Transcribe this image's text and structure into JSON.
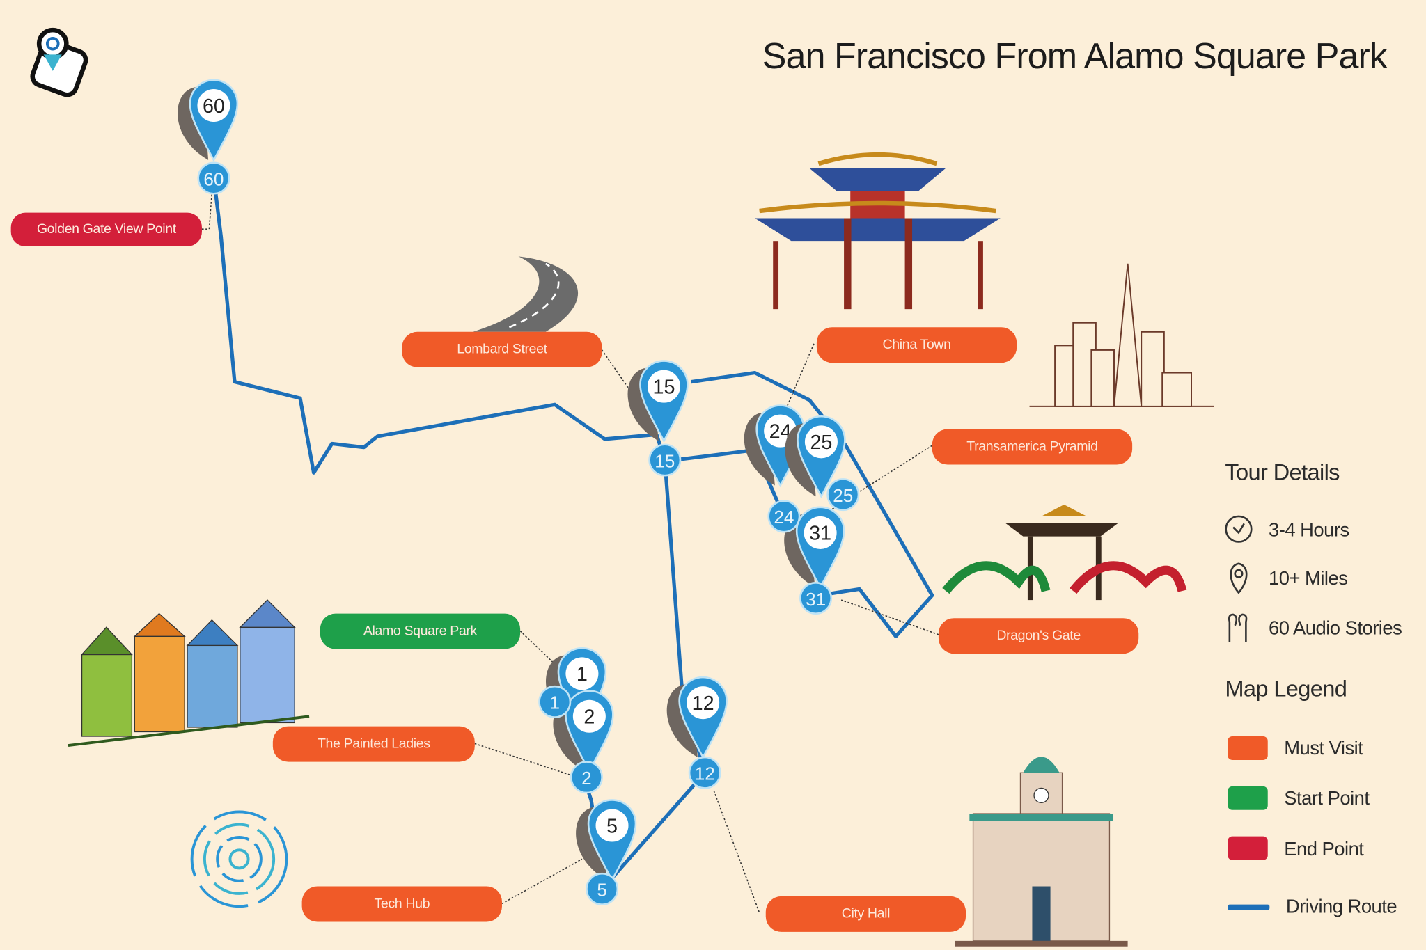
{
  "title": "San Francisco From Alamo Square Park",
  "colors": {
    "background": "#fcefd9",
    "must_visit": "#f05a28",
    "start_point": "#1ea04a",
    "end_point": "#d31f3a",
    "route": "#1d6fb8",
    "pin": "#2a95d6"
  },
  "labels": [
    {
      "text": "Golden Gate View Point",
      "type": "end_point"
    },
    {
      "text": "Lombard Street",
      "type": "must_visit"
    },
    {
      "text": "China Town",
      "type": "must_visit"
    },
    {
      "text": "Transamerica Pyramid",
      "type": "must_visit"
    },
    {
      "text": "Dragon's Gate",
      "type": "must_visit"
    },
    {
      "text": "Alamo Square Park",
      "type": "start_point"
    },
    {
      "text": "The Painted Ladies",
      "type": "must_visit"
    },
    {
      "text": "Tech Hub",
      "type": "must_visit"
    },
    {
      "text": "City Hall",
      "type": "must_visit"
    }
  ],
  "stops": [
    "60",
    "15",
    "24",
    "25",
    "31",
    "1",
    "2",
    "12",
    "5"
  ],
  "tour_details": {
    "heading": "Tour Details",
    "items": [
      {
        "icon": "clock-icon",
        "text": "3-4 Hours"
      },
      {
        "icon": "location-pin-icon",
        "text": "10+  Miles"
      },
      {
        "icon": "earbuds-icon",
        "text": "60 Audio Stories"
      }
    ]
  },
  "map_legend": {
    "heading": "Map Legend",
    "items": [
      {
        "text": "Must Visit",
        "color": "#f05a28"
      },
      {
        "text": "Start Point",
        "color": "#1ea04a"
      },
      {
        "text": "End Point",
        "color": "#d31f3a"
      },
      {
        "text": "Driving Route",
        "color": "#1d6fb8"
      }
    ]
  }
}
